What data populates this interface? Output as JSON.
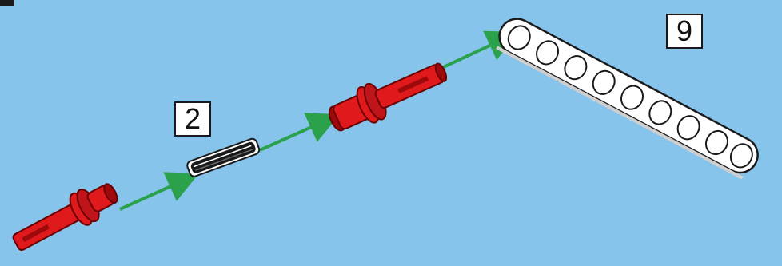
{
  "colors": {
    "background": "#86c4ec",
    "arrow": "#2aa14a",
    "pin": "#e0191c",
    "pin_dark": "#9e0a0c",
    "beam": "#ffffff",
    "outline": "#1a1a1a"
  },
  "callouts": {
    "connector_count": "2",
    "beam_length": "9"
  },
  "parts": [
    {
      "name": "red-friction-pin",
      "icon": "red-pin-icon"
    },
    {
      "name": "black-connector",
      "icon": "black-connector-icon"
    },
    {
      "name": "red-friction-pin",
      "icon": "red-pin-icon"
    },
    {
      "name": "white-beam-9",
      "icon": "white-beam-icon"
    }
  ]
}
